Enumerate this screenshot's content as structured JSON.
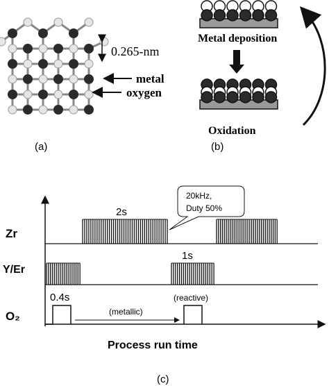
{
  "panel_a": {
    "spacing_label": "0.265-nm",
    "metal_label": "metal",
    "oxygen_label": "oxygen",
    "caption": "(a)"
  },
  "panel_b": {
    "step1_label": "Metal deposition",
    "step2_label": "Oxidation",
    "caption": "(b)"
  },
  "panel_c": {
    "caption": "(c)",
    "x_axis_label": "Process run time",
    "rows": [
      {
        "label": "Zr",
        "pulse_annotation": "2s"
      },
      {
        "label": "Y/Er",
        "pulse_annotation": "1s"
      },
      {
        "label": "O₂",
        "pulse_annotation": "0.4s"
      }
    ],
    "callout_line1": "20kHz,",
    "callout_line2": "Duty 50%",
    "metallic_label": "(metallic)",
    "reactive_label": "(reactive)"
  },
  "colors": {
    "metal_atom": "#2b2b2b",
    "oxygen_atom": "#e6e6e6",
    "substrate": "#9a9a9a",
    "line": "#111111"
  }
}
